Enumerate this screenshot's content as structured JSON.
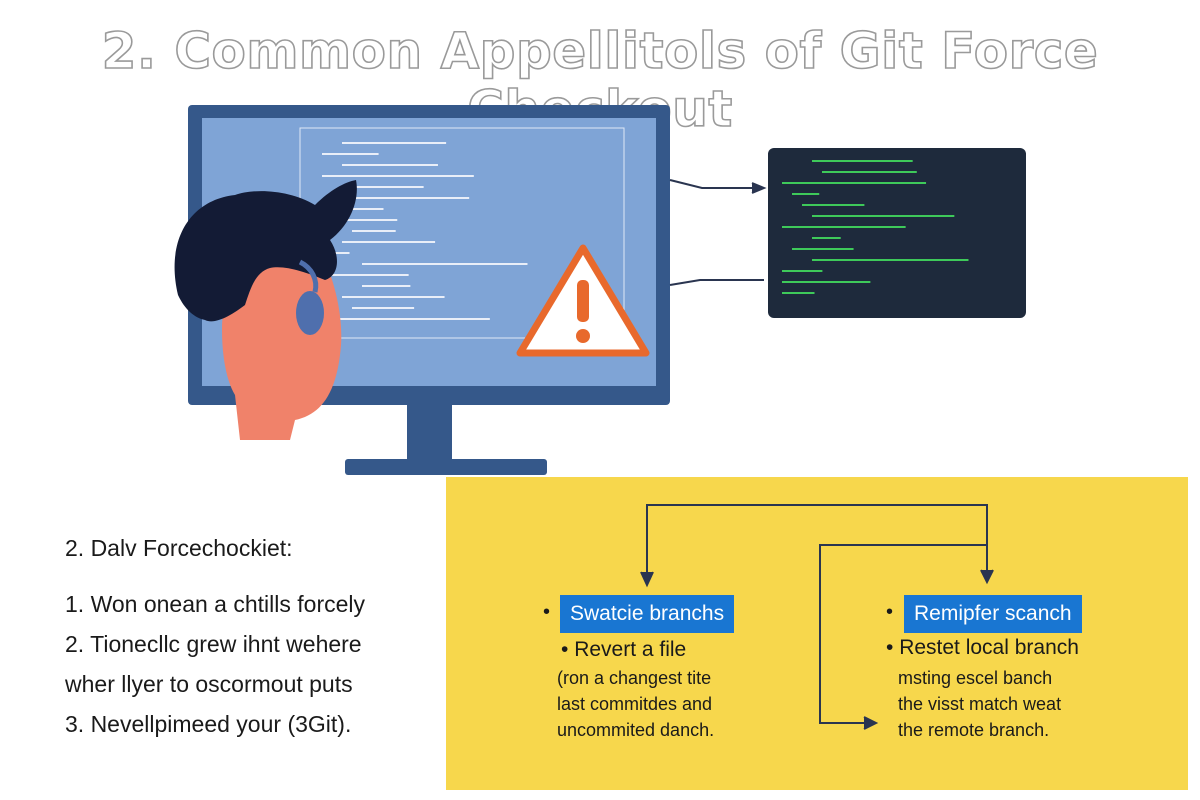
{
  "title": "2. Common Appellitols of Git Force Checkout",
  "left_list": {
    "heading": "2. Dalv Forcechockiet:",
    "items": [
      "1.  Won onean a chtills forcely",
      "2.  Tionecllc grew ihnt wehere",
      "wher llyer to oscormout puts",
      "3.  Nevellpimeed your (3Git)."
    ]
  },
  "panel_left": {
    "tag": "Swatcie branchs",
    "heading": "Revert a file",
    "desc": [
      "(ron a changest tite",
      "last commitdes and",
      "uncommited danch."
    ]
  },
  "panel_right": {
    "tag": "Remipfer scanch",
    "heading": "Restet local branch",
    "desc": [
      "msting escel banch",
      "the visst match weat",
      "the remote branch."
    ]
  },
  "colors": {
    "monitor_frame": "#35588a",
    "screen": "#7fa4d6",
    "terminal": "#1e2a3c",
    "terminal_code": "#3ec95a",
    "warning": "#e8692c",
    "hair": "#131b35",
    "skin": "#f0826a",
    "headset": "#4f6fad",
    "panel": "#f7d74c",
    "tag": "#1976d2"
  },
  "icons": [
    "warning-triangle-icon",
    "person-with-headset",
    "monitor",
    "terminal-window"
  ]
}
